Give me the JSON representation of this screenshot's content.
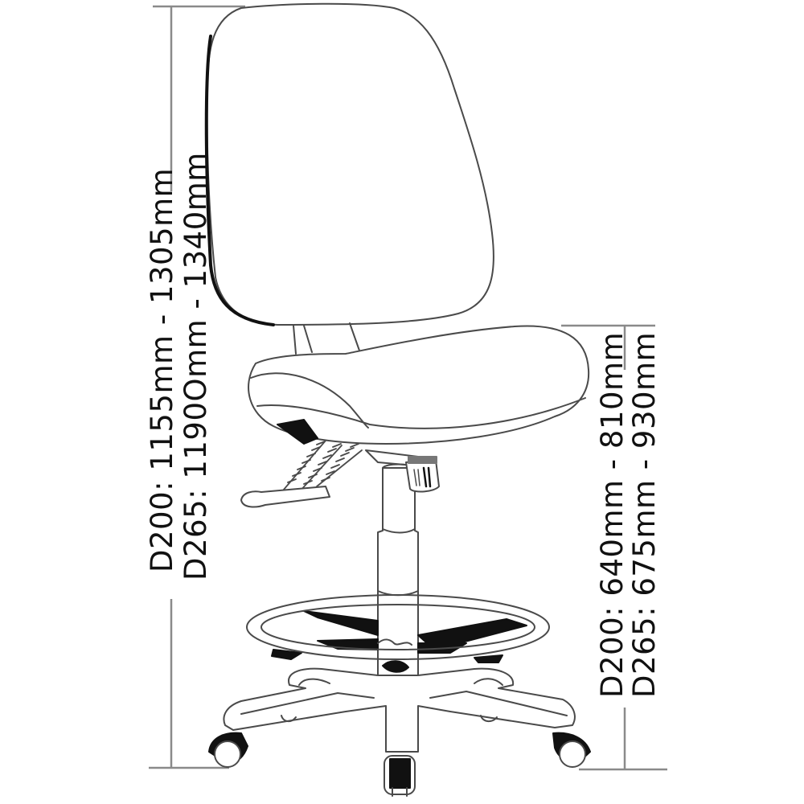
{
  "diagram": {
    "subject": "drafting chair with foot ring",
    "line_color": "#4a4a4a",
    "fill_dark": "#111111",
    "dim_line_color": "#8a8a8a"
  },
  "dimensions": {
    "overall_height": {
      "d200": "D200: 1155mm - 1305mm",
      "d265": "D265: 1190Omm - 1340mm"
    },
    "seat_height": {
      "d200": "D200: 640mm - 810mm",
      "d265": "D265: 675mm - 930mm"
    }
  }
}
